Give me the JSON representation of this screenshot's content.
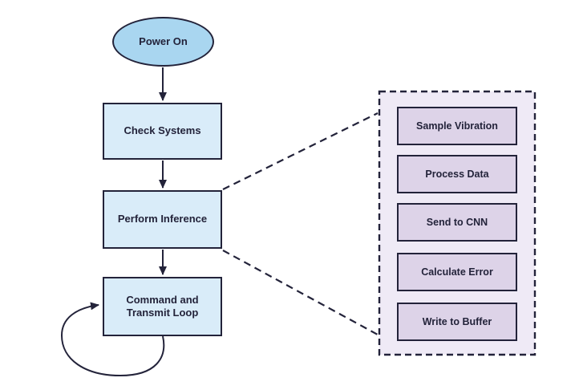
{
  "colors": {
    "background": "#ffffff",
    "start_node_fill": "#a9d6f0",
    "process_node_fill": "#d9ecf9",
    "panel_fill": "#efeaf6",
    "step_fill": "#ddd3e8",
    "outline_and_text": "#23233a"
  },
  "flow": {
    "start_label": "Power On",
    "nodes": [
      {
        "label": "Check Systems"
      },
      {
        "label": "Perform Inference"
      },
      {
        "label": "Command and Transmit Loop"
      }
    ]
  },
  "panel": {
    "steps": [
      {
        "label": "Sample Vibration"
      },
      {
        "label": "Process Data"
      },
      {
        "label": "Send to CNN"
      },
      {
        "label": "Calculate Error"
      },
      {
        "label": "Write to Buffer"
      }
    ]
  }
}
